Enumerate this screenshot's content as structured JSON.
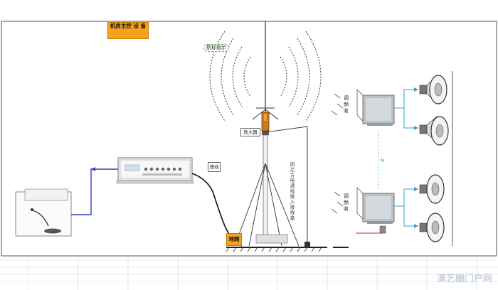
{
  "labels": {
    "control_room": "机房主控  设 备",
    "beacon": "航标指示",
    "amplifier": "放大器",
    "feeder": "馈线",
    "ground": "地网",
    "cable_note": "四芯方电源线接入接线盒",
    "receiver_a": [
      "调",
      "频",
      "收"
    ],
    "receiver_b": [
      "调",
      "频",
      "收"
    ],
    "dots_between": "N"
  },
  "watermark": "演艺圈门户网",
  "colors": {
    "orange": "#f7a21b",
    "blue_line": "#2f3fbf",
    "teal_arrow": "#3aa0c8",
    "red_line": "#d02020",
    "dark_line": "#222222"
  }
}
